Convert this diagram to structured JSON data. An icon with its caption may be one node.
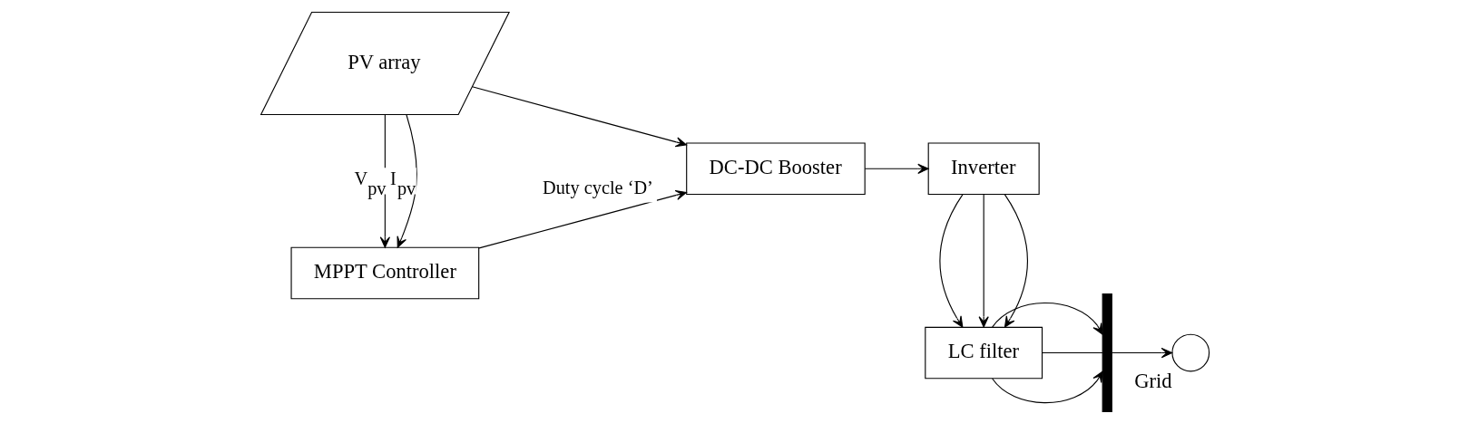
{
  "diagram": {
    "nodes": [
      {
        "text": [
          "PV array"
        ]
      },
      {
        "text": [
          "DC-DC Booster"
        ]
      },
      {
        "text": [
          "Inverter"
        ]
      },
      {
        "text": [
          "MPPT Controller"
        ]
      },
      {
        "text": [
          "LC filter"
        ]
      },
      {
        "text": [],
        "shape": "bar"
      },
      {
        "text": [],
        "shape": "circle",
        "beside": [
          "Grid"
        ]
      }
    ],
    "edges": [
      {
        "from": 0,
        "to": 1,
        "arrow": "to"
      },
      {
        "from": 1,
        "to": 2,
        "arrow": "to"
      },
      {
        "from": 0,
        "to": 3,
        "arrow": "to",
        "label": "I$_{pv}$"
      },
      {
        "from": 0,
        "to": 3,
        "arrow": "to",
        "label": "V$_{pv}$"
      },
      {
        "from": 3,
        "to": 1,
        "arrow": "to",
        "label": "Duty cycle ‘D’"
      },
      {
        "from": 2,
        "to": 4,
        "arrow": "to"
      },
      {
        "from": 2,
        "to": 4,
        "arrow": "to"
      },
      {
        "from": 2,
        "to": 4,
        "arrow": "to"
      },
      {
        "from": 4,
        "to": 5,
        "arrow": "to"
      },
      {
        "from": 4,
        "to": 5,
        "arrow": "none"
      },
      {
        "from": 4,
        "to": 5,
        "arrow": "to"
      },
      {
        "from": 5,
        "to": 6,
        "arrow": "to"
      }
    ]
  }
}
